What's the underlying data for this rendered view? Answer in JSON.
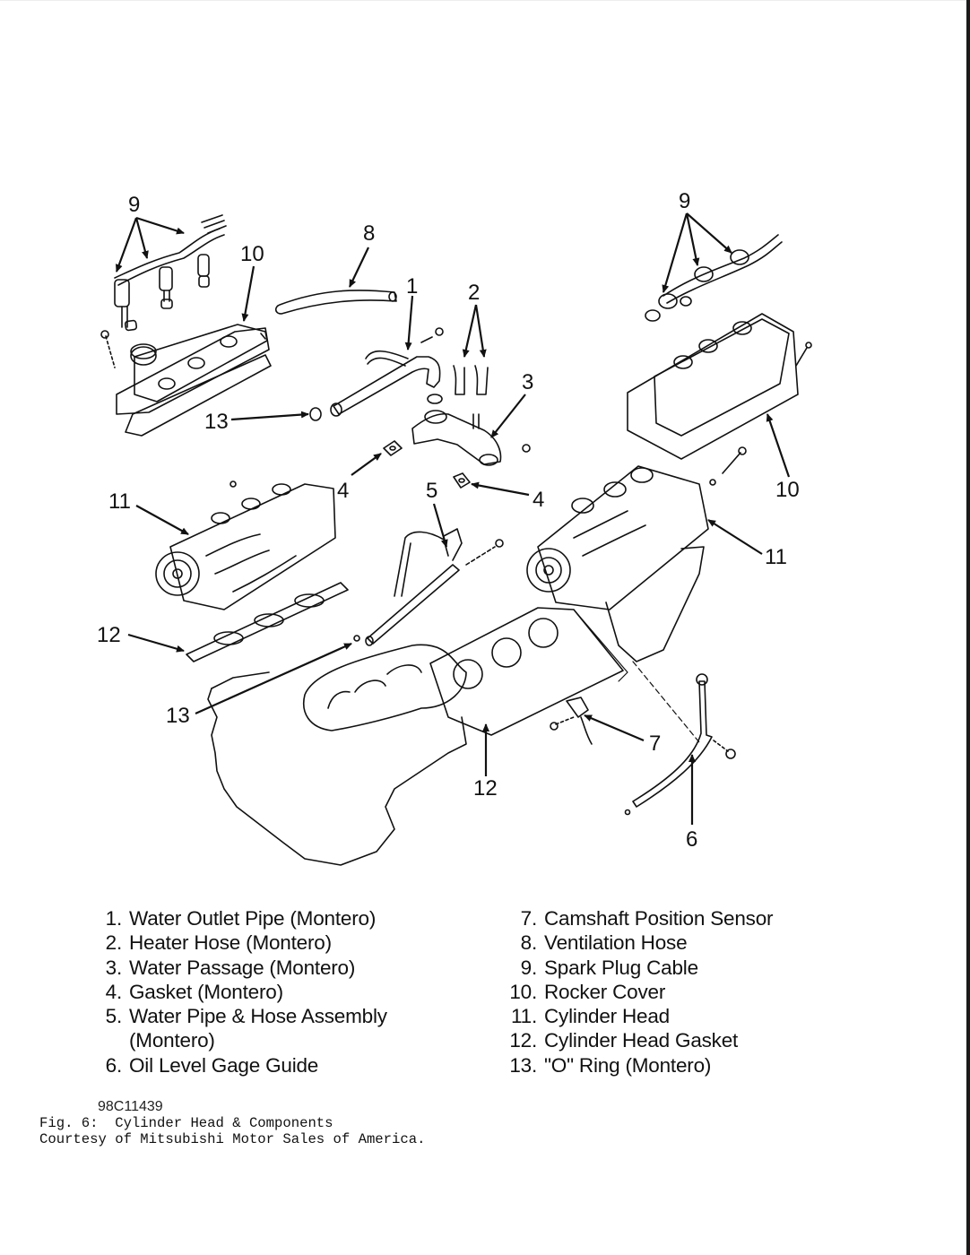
{
  "figure": {
    "callouts": [
      "9",
      "10",
      "8",
      "1",
      "2",
      "3",
      "13",
      "4",
      "5",
      "11",
      "12",
      "7",
      "6"
    ],
    "legend_left": [
      {
        "num": "1.",
        "label": "Water Outlet Pipe (Montero)"
      },
      {
        "num": "2.",
        "label": "Heater Hose (Montero)"
      },
      {
        "num": "3.",
        "label": "Water Passage (Montero)"
      },
      {
        "num": "4.",
        "label": "Gasket (Montero)"
      },
      {
        "num": "5.",
        "label": "Water Pipe & Hose Assembly"
      },
      {
        "num": "",
        "label": "(Montero)"
      },
      {
        "num": "6.",
        "label": "Oil Level Gage Guide"
      }
    ],
    "legend_right": [
      {
        "num": "7.",
        "label": "Camshaft Position Sensor"
      },
      {
        "num": "8.",
        "label": "Ventilation Hose"
      },
      {
        "num": "9.",
        "label": "Spark Plug Cable"
      },
      {
        "num": "10.",
        "label": "Rocker Cover"
      },
      {
        "num": "11.",
        "label": "Cylinder Head"
      },
      {
        "num": "12.",
        "label": "Cylinder Head Gasket"
      },
      {
        "num": "13.",
        "label": "\"O\" Ring (Montero)"
      }
    ],
    "code": "98C11439"
  },
  "caption": {
    "line1": "Fig. 6:  Cylinder Head & Components",
    "line2": "Courtesy of Mitsubishi Motor Sales of America."
  }
}
